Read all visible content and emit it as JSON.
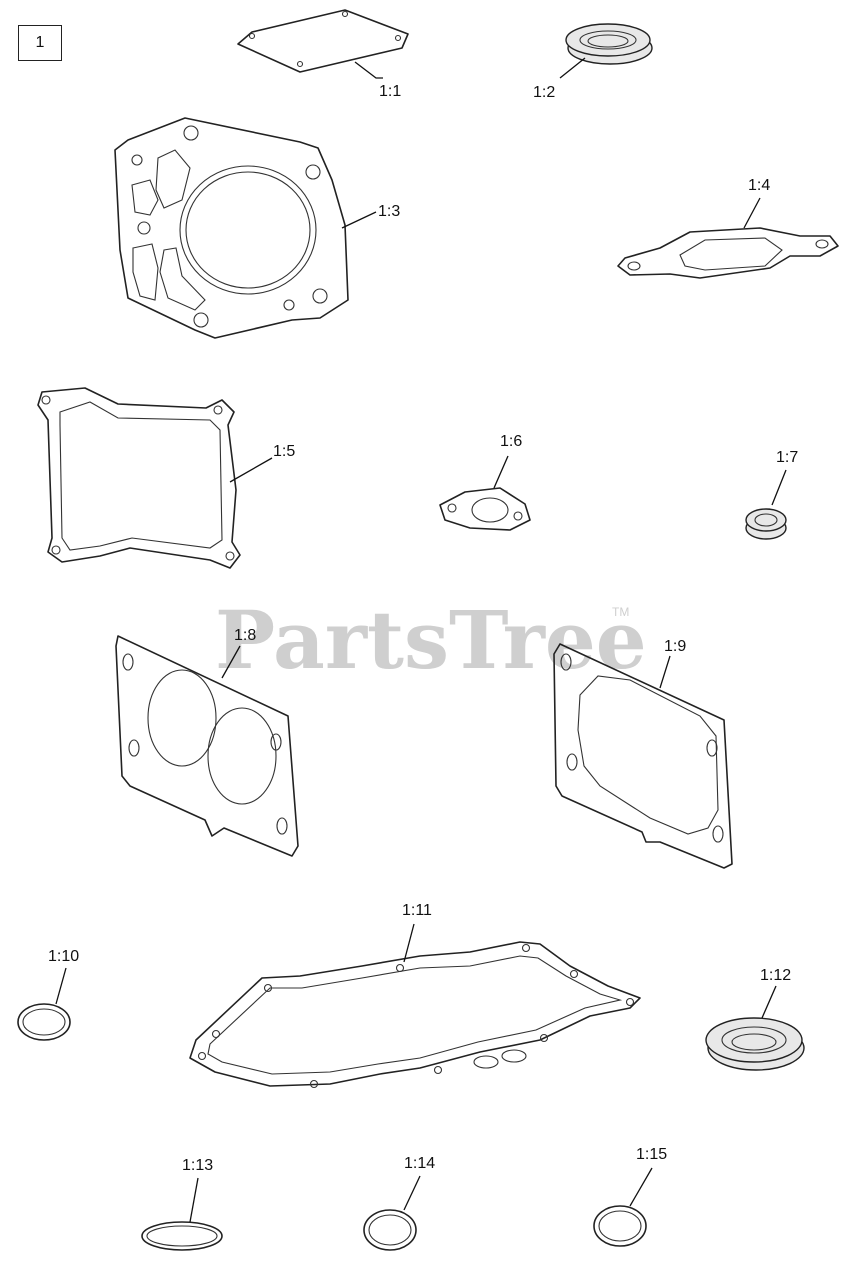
{
  "reference_number": "1",
  "watermark": {
    "text": "PartsTree",
    "trademark": "TM"
  },
  "parts": [
    {
      "label": "1:1",
      "shape": "cover-plate-gasket"
    },
    {
      "label": "1:2",
      "shape": "oil-seal"
    },
    {
      "label": "1:3",
      "shape": "cylinder-head-gasket"
    },
    {
      "label": "1:4",
      "shape": "exhaust-gasket"
    },
    {
      "label": "1:5",
      "shape": "valve-cover-gasket"
    },
    {
      "label": "1:6",
      "shape": "intake-gasket"
    },
    {
      "label": "1:7",
      "shape": "small-seal"
    },
    {
      "label": "1:8",
      "shape": "carburetor-gasket"
    },
    {
      "label": "1:9",
      "shape": "air-cleaner-gasket"
    },
    {
      "label": "1:10",
      "shape": "o-ring"
    },
    {
      "label": "1:11",
      "shape": "crankcase-gasket"
    },
    {
      "label": "1:12",
      "shape": "oil-seal"
    },
    {
      "label": "1:13",
      "shape": "o-ring"
    },
    {
      "label": "1:14",
      "shape": "o-ring"
    },
    {
      "label": "1:15",
      "shape": "o-ring"
    }
  ]
}
